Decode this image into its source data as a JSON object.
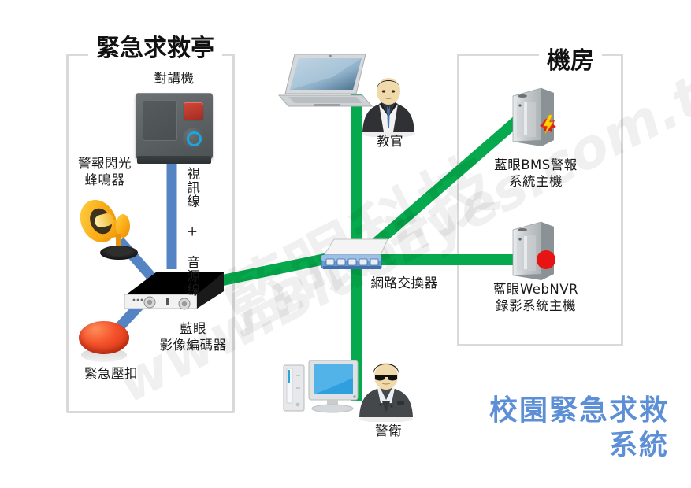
{
  "diagram": {
    "title_lines": "校園緊急求救\n系統",
    "title_color": "#5c8fd6",
    "background": "#ffffff",
    "link_colors": {
      "network": "#06a94d",
      "av": "#5484c4"
    }
  },
  "watermark": {
    "chinese": "藍眼科技",
    "url": "www.BlueEyes.com.tw"
  },
  "groups": [
    {
      "id": "emergency-kiosk",
      "title": "緊急求救亭"
    },
    {
      "id": "server-room",
      "title": "機房"
    }
  ],
  "nodes": [
    {
      "id": "intercom",
      "label": "對講機",
      "icon": "intercom-icon"
    },
    {
      "id": "alarm-horn",
      "label": "警報閃光\n蜂鳴器",
      "icon": "horn-speaker-icon"
    },
    {
      "id": "panic-button",
      "label": "緊急壓扣",
      "icon": "emergency-button-icon"
    },
    {
      "id": "video-encoder",
      "label": "藍眼\n影像編碼器",
      "icon": "video-encoder-icon"
    },
    {
      "id": "switch",
      "label": "網路交換器",
      "icon": "network-switch-icon"
    },
    {
      "id": "instructor",
      "label": "教官",
      "icon": "laptop-icon"
    },
    {
      "id": "guard",
      "label": "警衛",
      "icon": "desktop-pc-icon"
    },
    {
      "id": "bms-server",
      "label": "藍眼BMS警報\n系統主機",
      "icon": "tower-server-icon"
    },
    {
      "id": "nvr-server",
      "label": "藍眼WebNVR\n錄影系統主機",
      "icon": "tower-server-icon"
    }
  ],
  "cable_labels": [
    {
      "id": "av-cable",
      "text": "視訊線 + 音源線"
    }
  ]
}
